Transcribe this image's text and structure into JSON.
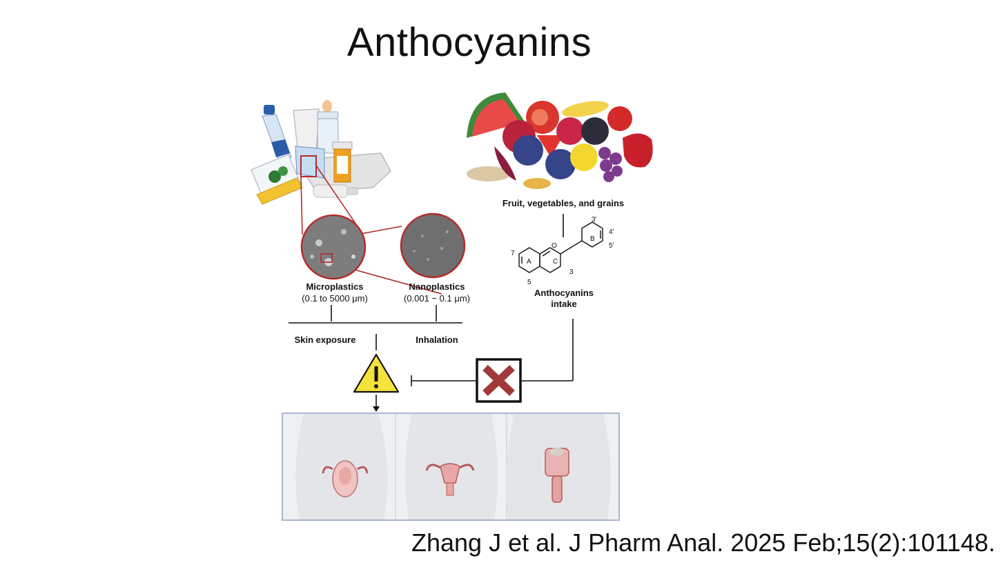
{
  "title": "Anthocyanins",
  "citation": "Zhang J et al. J Pharm Anal. 2025 Feb;15(2):101148.",
  "labels": {
    "microplastics": "Microplastics",
    "microplastics_size": "(0.1 to 5000 μm)",
    "nanoplastics": "Nanoplastics",
    "nanoplastics_size": "(0.001 − 0.1 μm)",
    "skin_exposure": "Skin exposure",
    "inhalation": "Inhalation",
    "food_sources": "Fruit, vegetables, and grains",
    "intake_line1": "Anthocyanins",
    "intake_line2": "intake"
  },
  "structure_labels": {
    "ring_a": "A",
    "ring_b": "B",
    "ring_c": "C",
    "oxygen": "O",
    "pos_3": "3",
    "pos_5": "5",
    "pos_7": "7",
    "pos_3p": "3'",
    "pos_4p": "4'",
    "pos_5p": "5'"
  },
  "icons": {
    "warning": "warning-triangle-icon",
    "block": "red-x-block-icon"
  },
  "colors": {
    "warning_fill": "#f5e23a",
    "block_x": "#a2383a",
    "magnifier_ring": "#b52a2a",
    "panel_border": "#a9b6d0",
    "panel_bg": "#eef0f2"
  }
}
